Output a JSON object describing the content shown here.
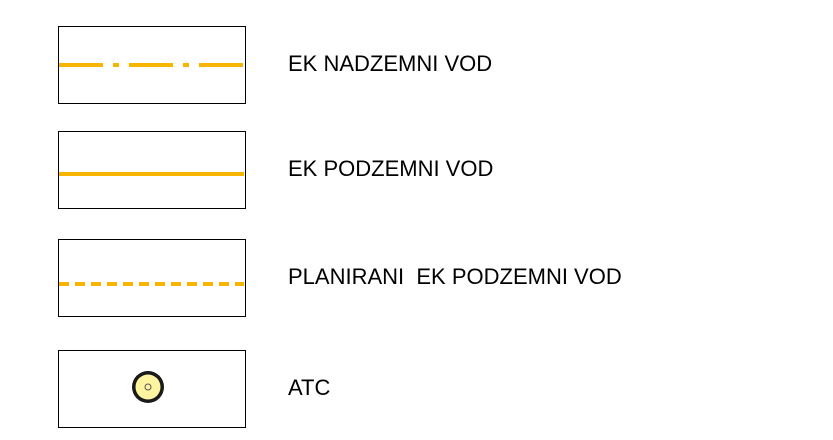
{
  "colors": {
    "line": "#f7b500",
    "atc_fill": "#fff5a0",
    "atc_ring": "#1a1a1a",
    "border": "#000000",
    "text": "#000000"
  },
  "legend": {
    "items": [
      {
        "symbol": "dash-dot-line",
        "label": "EK NADZEMNI VOD"
      },
      {
        "symbol": "solid-line",
        "label": "EK PODZEMNI VOD"
      },
      {
        "symbol": "dashed-line",
        "label": "PLANIRANI  EK PODZEMNI VOD"
      },
      {
        "symbol": "atc-circle",
        "label": "ATC"
      }
    ]
  }
}
